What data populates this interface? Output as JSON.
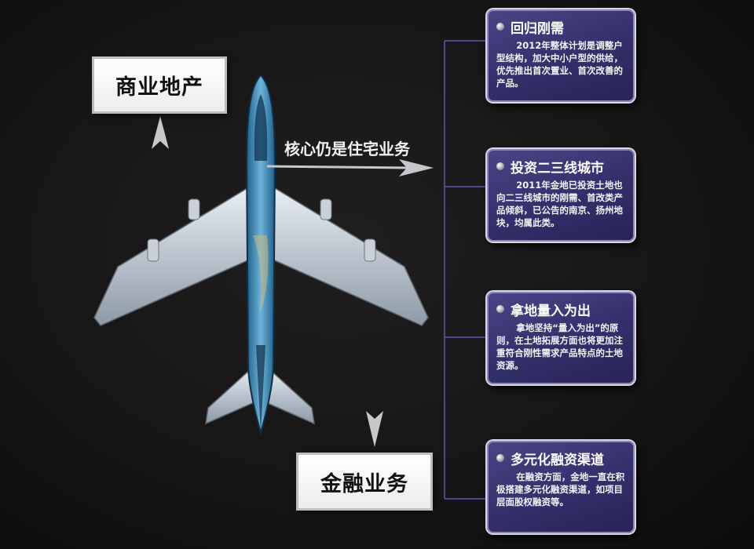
{
  "boxes": {
    "commercial": "商业地产",
    "finance": "金融业务"
  },
  "core_label": "核心仍是住宅业务",
  "cards": [
    {
      "title": "回归刚需",
      "text": "2012年整体计划是调整户型结构，加大中小户型的供给，优先推出首次置业、首次改善的产品。"
    },
    {
      "title": "投资二三线城市",
      "text": "2011年金地已投资土地也向二三线城市的刚需、首改类产品倾斜，已公告的南京、扬州地块，均属此类。"
    },
    {
      "title": "拿地量入为出",
      "text": "拿地坚持“量入为出”的原则，在土地拓展方面也将更加注重符合刚性需求产品特点的土地资源。"
    },
    {
      "title": "多元化融资渠道",
      "text": "在融资方面，金地一直在积极搭建多元化融资渠道，如项目层面股权融资等。"
    }
  ],
  "icons": {
    "plane": "airplane-illustration",
    "bullet": "sphere-bullet-icon"
  },
  "colors": {
    "background": "#171516",
    "card": "#3b3676",
    "connector": "#4a4a8a",
    "arrow": "#b8b8c0"
  }
}
